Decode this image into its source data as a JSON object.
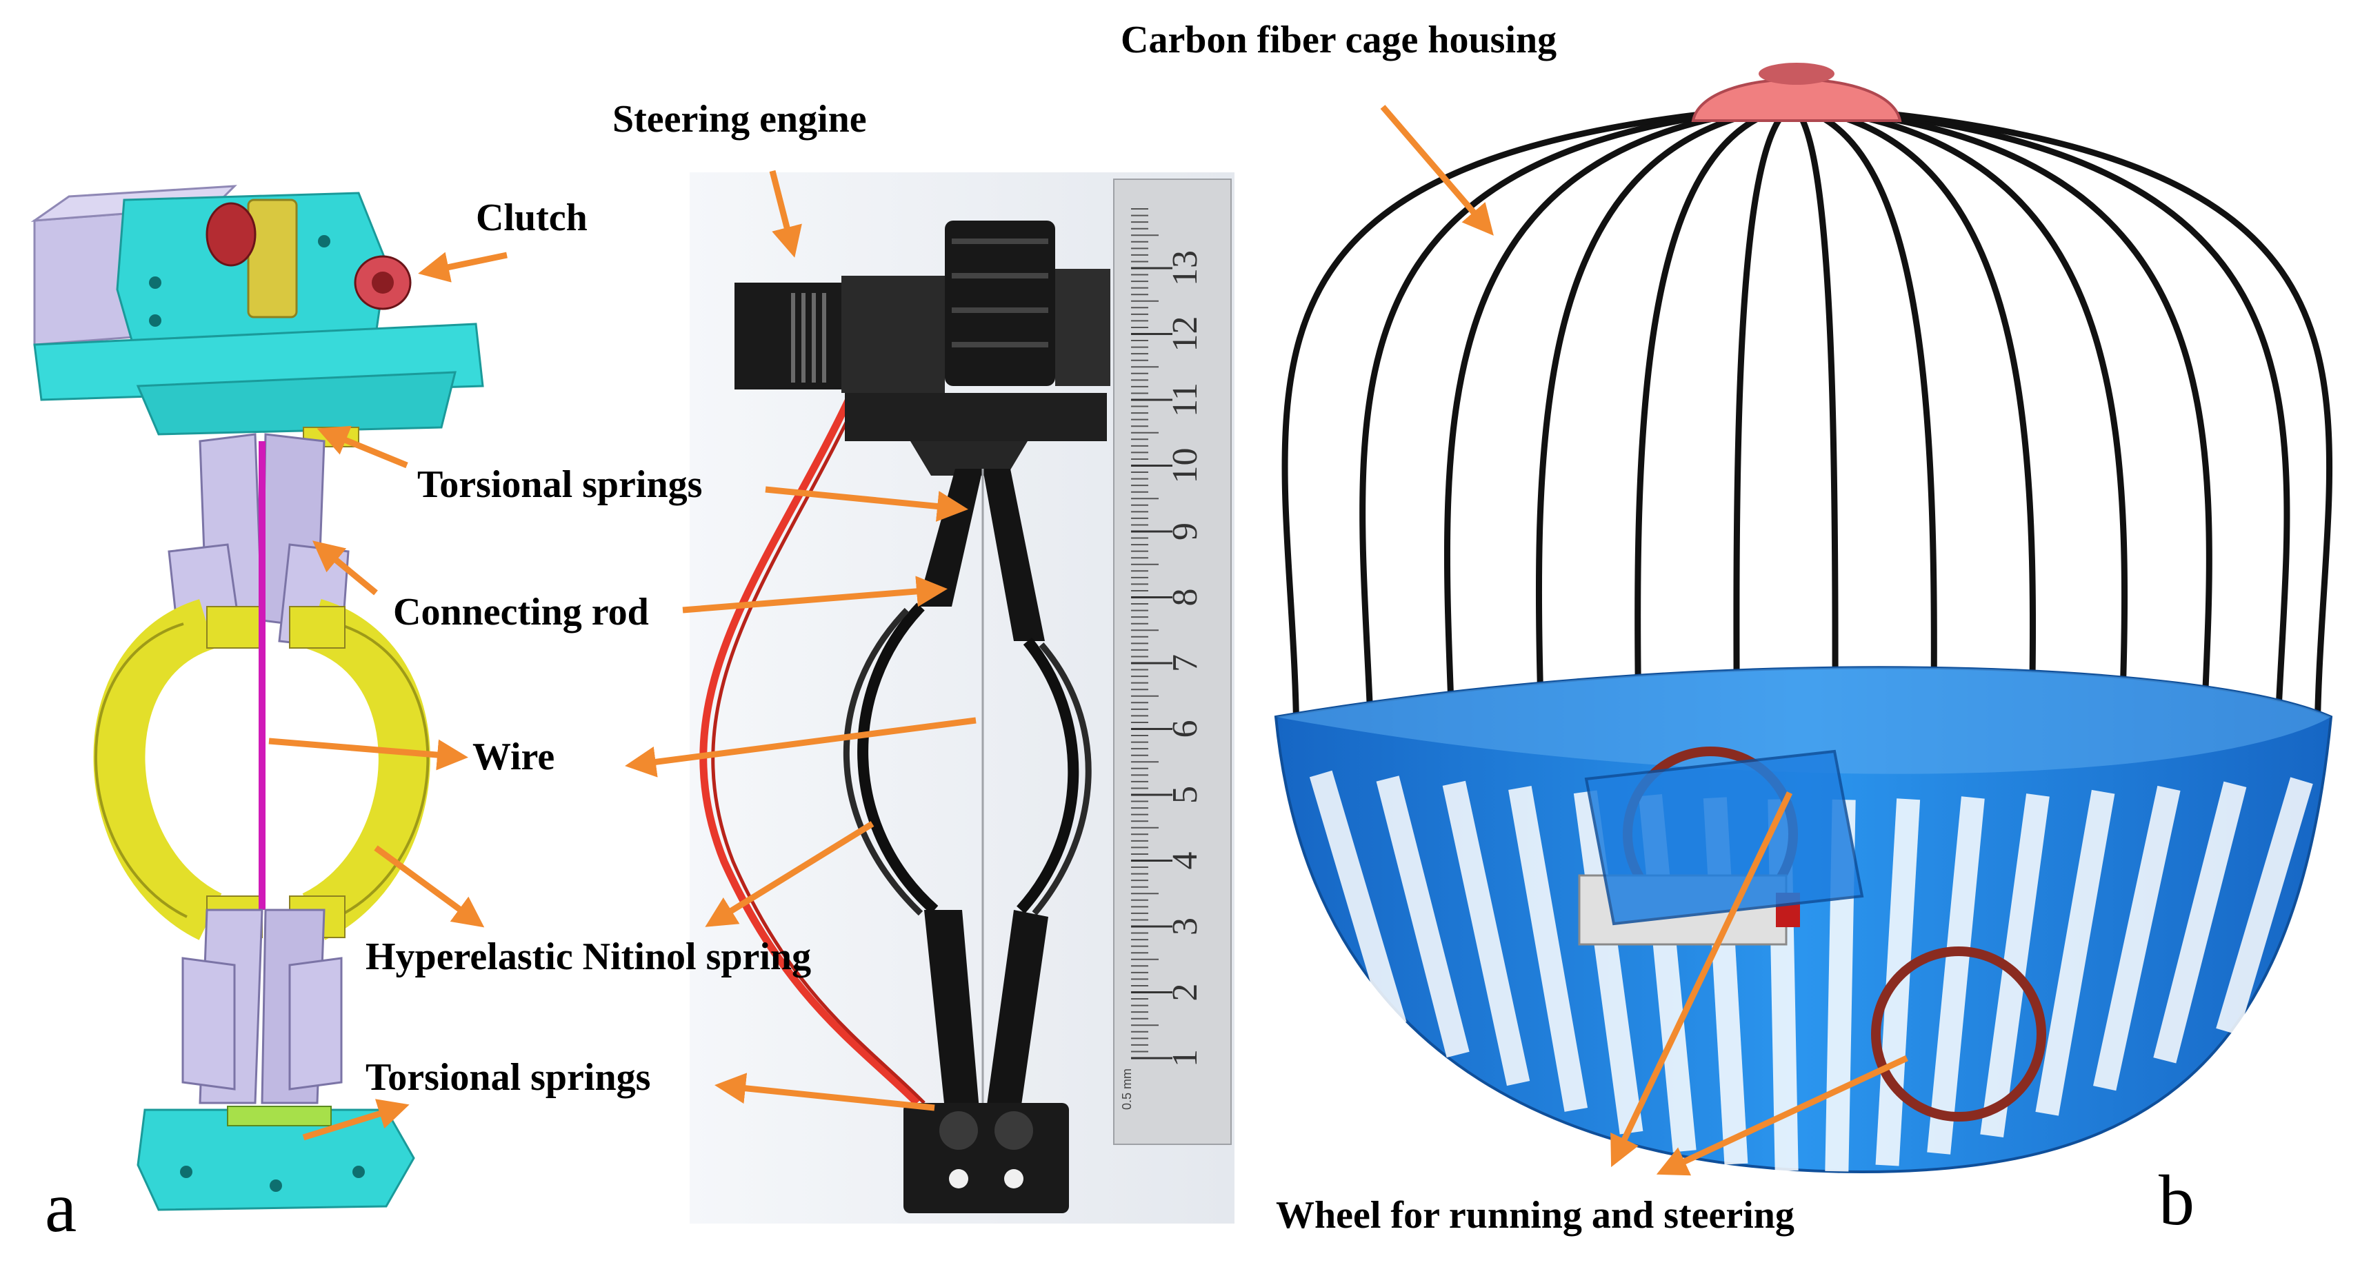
{
  "labels": {
    "clutch": "Clutch",
    "steering_engine": "Steering engine",
    "torsional_springs_top": "Torsional springs",
    "connecting_rod": "Connecting rod",
    "wire": "Wire",
    "nitinol_spring": "Hyperelastic Nitinol spring",
    "torsional_springs_bottom": "Torsional springs",
    "cage_housing": "Carbon fiber cage housing",
    "wheel": "Wheel for running and steering"
  },
  "panels": {
    "a": "a",
    "b": "b"
  },
  "ruler": {
    "ticks": [
      "1",
      "2",
      "3",
      "4",
      "5",
      "6",
      "7",
      "8",
      "9",
      "10",
      "11",
      "12",
      "13"
    ],
    "unit": "0.5 mm"
  },
  "colors": {
    "arrow": "#f28a2e",
    "cad_cyan": "#33d6d6",
    "cad_lavender": "#c9c3e8",
    "cad_yellow": "#e3df2a",
    "wire_magenta": "#d01ab8",
    "cage_blue": "#1f7fe0",
    "cage_rod": "#111111",
    "cage_cap": "#f07f80",
    "photo_bg": "#eef1f5",
    "wheel_red": "#8a2b20"
  }
}
